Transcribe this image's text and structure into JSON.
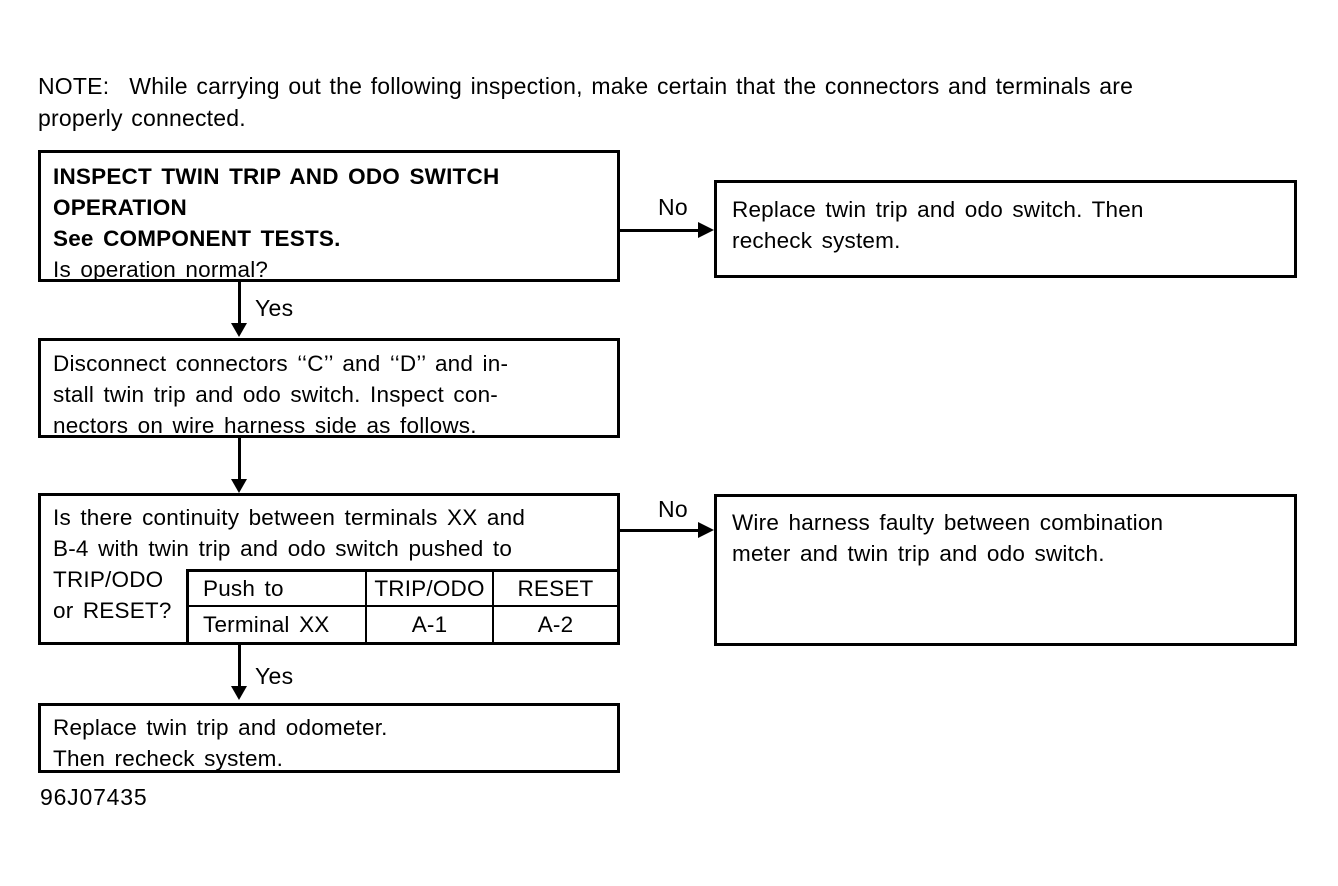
{
  "note": {
    "label": "NOTE:",
    "line1": "While carrying out the following inspection, make certain that the connectors and terminals are",
    "line2": "properly connected."
  },
  "flowchart": {
    "step1": {
      "line1": "INSPECT TWIN TRIP AND ODO SWITCH",
      "line2": "OPERATION",
      "line3": "See COMPONENT TESTS.",
      "line4": "Is operation normal?"
    },
    "no1": {
      "label": "No",
      "result": {
        "line1": "Replace twin trip and odo switch. Then",
        "line2": "recheck system."
      }
    },
    "yes1": {
      "label": "Yes"
    },
    "step2": {
      "line1": "Disconnect connectors ‘‘C’’ and ‘‘D’’ and in-",
      "line2": "stall twin trip and odo switch. Inspect con-",
      "line3": "nectors on wire harness side as follows."
    },
    "step3": {
      "line1": "Is there continuity between terminals XX and",
      "line2": "B-4 with twin trip and odo switch pushed to",
      "line3": "TRIP/ODO",
      "line4": "or RESET?",
      "table": {
        "header": [
          "Push to",
          "TRIP/ODO",
          "RESET"
        ],
        "row": [
          "Terminal XX",
          "A-1",
          "A-2"
        ]
      }
    },
    "no2": {
      "label": "No",
      "result": {
        "line1": "Wire harness faulty between combination",
        "line2": "meter and twin trip and odo switch."
      }
    },
    "yes2": {
      "label": "Yes"
    },
    "step4": {
      "line1": "Replace twin trip and odometer.",
      "line2": "Then recheck system."
    }
  },
  "figure_code": "96J07435",
  "colors": {
    "ink": "#000000",
    "background": "#ffffff"
  }
}
